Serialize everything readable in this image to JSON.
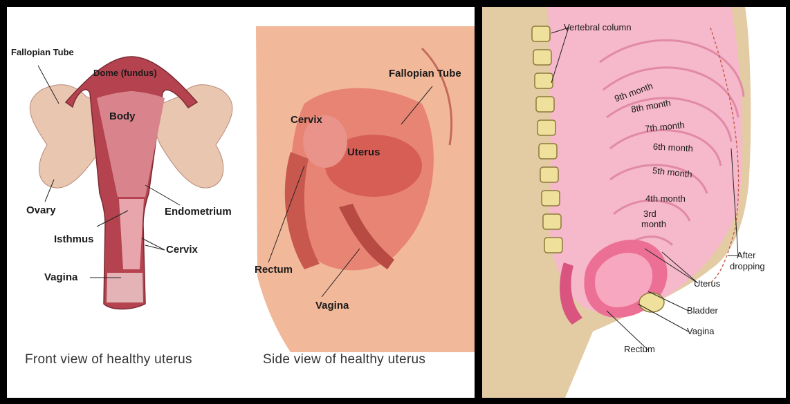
{
  "front_view": {
    "caption": "Front view of healthy uterus",
    "labels": {
      "fallopian_tube": "Fallopian Tube",
      "dome": "Dome (fundus)",
      "body": "Body",
      "ovary": "Ovary",
      "endometrium": "Endometrium",
      "isthmus": "Isthmus",
      "cervix": "Cervix",
      "vagina": "Vagina"
    }
  },
  "side_view": {
    "caption": "Side view of healthy uterus",
    "labels": {
      "fallopian_tube": "Fallopian Tube",
      "cervix": "Cervix",
      "uterus": "Uterus",
      "rectum": "Rectum",
      "vagina": "Vagina"
    }
  },
  "pregnancy_view": {
    "labels": {
      "vertebral_column": "Vertebral column",
      "month_9": "9th month",
      "month_8": "8th month",
      "month_7": "7th month",
      "month_6": "6th month",
      "month_5": "5th month",
      "month_4": "4th month",
      "month_3_line1": "3rd",
      "month_3_line2": "month",
      "after_dropping_line1": "After",
      "after_dropping_line2": "dropping",
      "uterus": "Uterus",
      "bladder": "Bladder",
      "vagina": "Vagina",
      "rectum": "Rectum"
    }
  }
}
